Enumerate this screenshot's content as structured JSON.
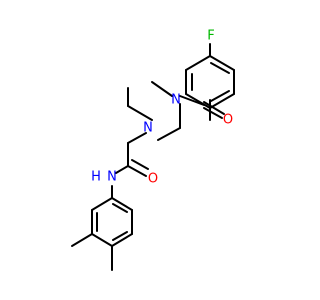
{
  "colors": {
    "bond": "#000000",
    "N": "#0000ff",
    "O": "#ff0000",
    "F": "#00b800"
  },
  "labels": {
    "fluorine": "F",
    "carbonyl_oxygen_top": "O",
    "piperazine_n_top": "N",
    "piperazine_n_left": "N",
    "amide_oxygen": "O",
    "amide_n": "N",
    "amide_h": "H"
  }
}
